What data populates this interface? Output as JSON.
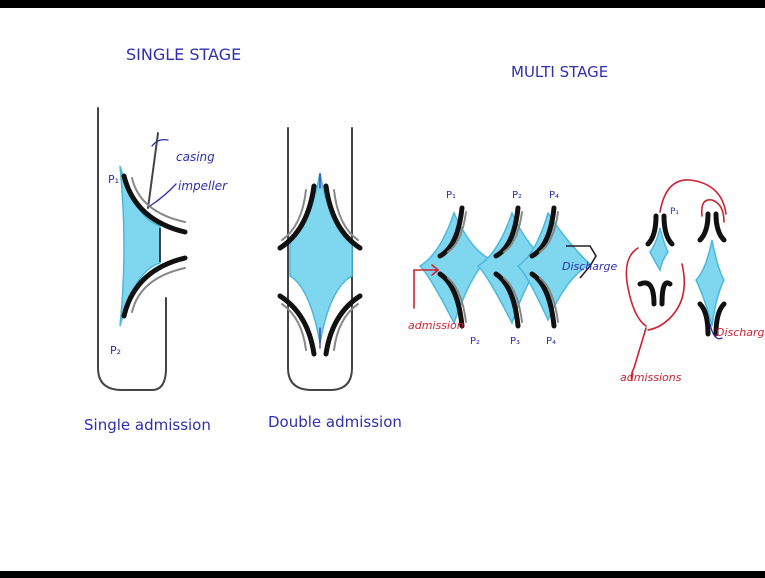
{
  "headings": {
    "single_stage": "SINGLE STAGE",
    "multi_stage": "MULTI STAGE"
  },
  "labels": {
    "casing": "casing",
    "impeller": "impeller",
    "single_admission": "Single admission",
    "double_admission": "Double admission",
    "discharge_left": "Discharge",
    "discharge_right": "Discharge",
    "admission_left": "admission",
    "admissions_right": "admissions",
    "p1": "P₁",
    "p2": "P₂",
    "p3": "P₃",
    "p4": "P₄"
  },
  "colors": {
    "ink_blue": "#2f2fb0",
    "ink_red": "#cc2233",
    "fluid_cyan": "#7fd6ef",
    "blade_black": "#111111",
    "background": "#ffffff",
    "frame": "#000000"
  }
}
